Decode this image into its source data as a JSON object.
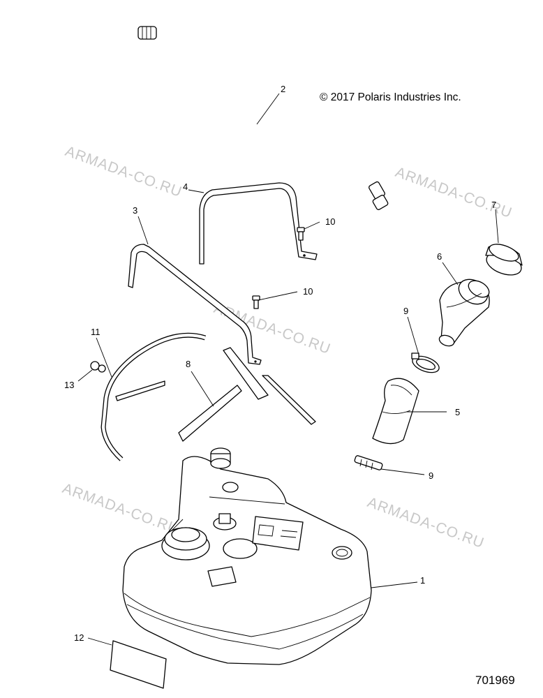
{
  "copyright": "© 2017 Polaris Industries Inc.",
  "diagram_number": "701969",
  "watermark": "ARMADA-CO.RU",
  "callouts": [
    "1",
    "2",
    "3",
    "4",
    "5",
    "6",
    "7",
    "8",
    "9",
    "9",
    "10",
    "10",
    "11",
    "12",
    "13"
  ],
  "parts": [
    {
      "callout": "1",
      "name": "fuel-tank"
    },
    {
      "callout": "2",
      "name": "fuel-line"
    },
    {
      "callout": "3",
      "name": "strap-rear"
    },
    {
      "callout": "4",
      "name": "strap-front"
    },
    {
      "callout": "5",
      "name": "filler-hose"
    },
    {
      "callout": "6",
      "name": "filler-neck"
    },
    {
      "callout": "7",
      "name": "fuel-cap"
    },
    {
      "callout": "8",
      "name": "pads"
    },
    {
      "callout": "9",
      "name": "clamps"
    },
    {
      "callout": "10",
      "name": "bolts"
    },
    {
      "callout": "11",
      "name": "vent-hose"
    },
    {
      "callout": "12",
      "name": "label"
    },
    {
      "callout": "13",
      "name": "clip"
    }
  ]
}
